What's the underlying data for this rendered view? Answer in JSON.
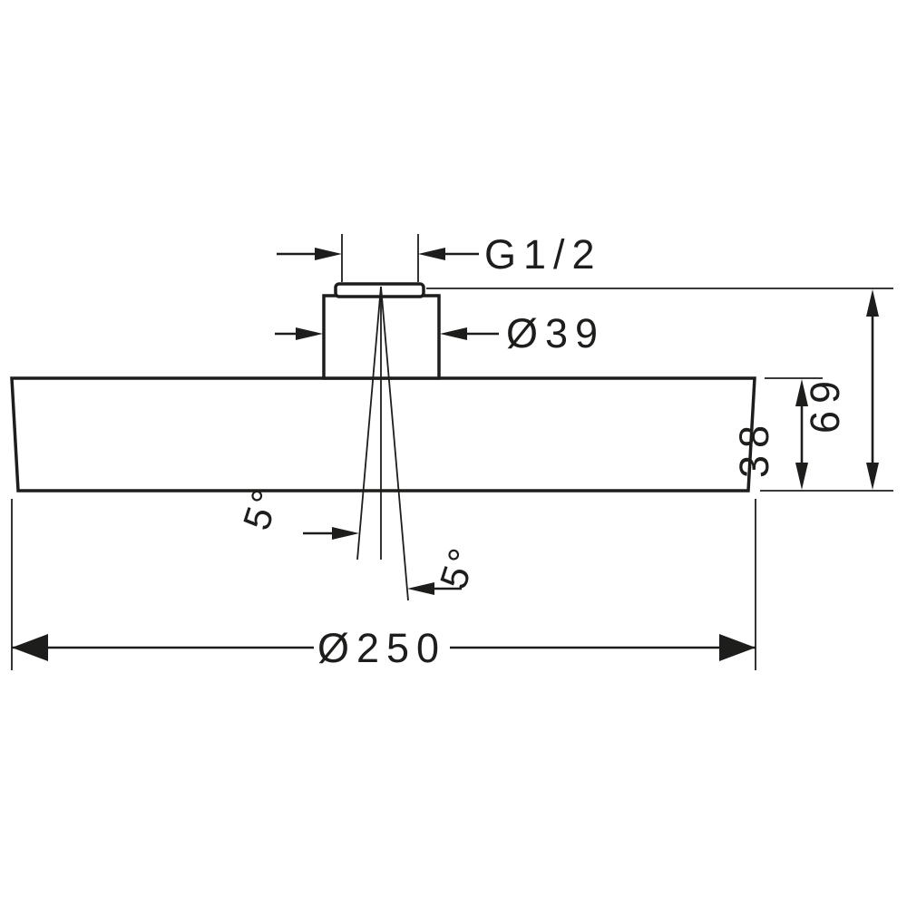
{
  "drawing": {
    "colors": {
      "line": "#1d1d1b",
      "background": "#ffffff"
    },
    "labels": {
      "thread": "G1/2",
      "connector_diameter": "Ø39",
      "head_thickness": "38",
      "total_height": "69",
      "angle_upper": "5°",
      "angle_lower": "5°",
      "outer_diameter": "Ø250"
    }
  }
}
